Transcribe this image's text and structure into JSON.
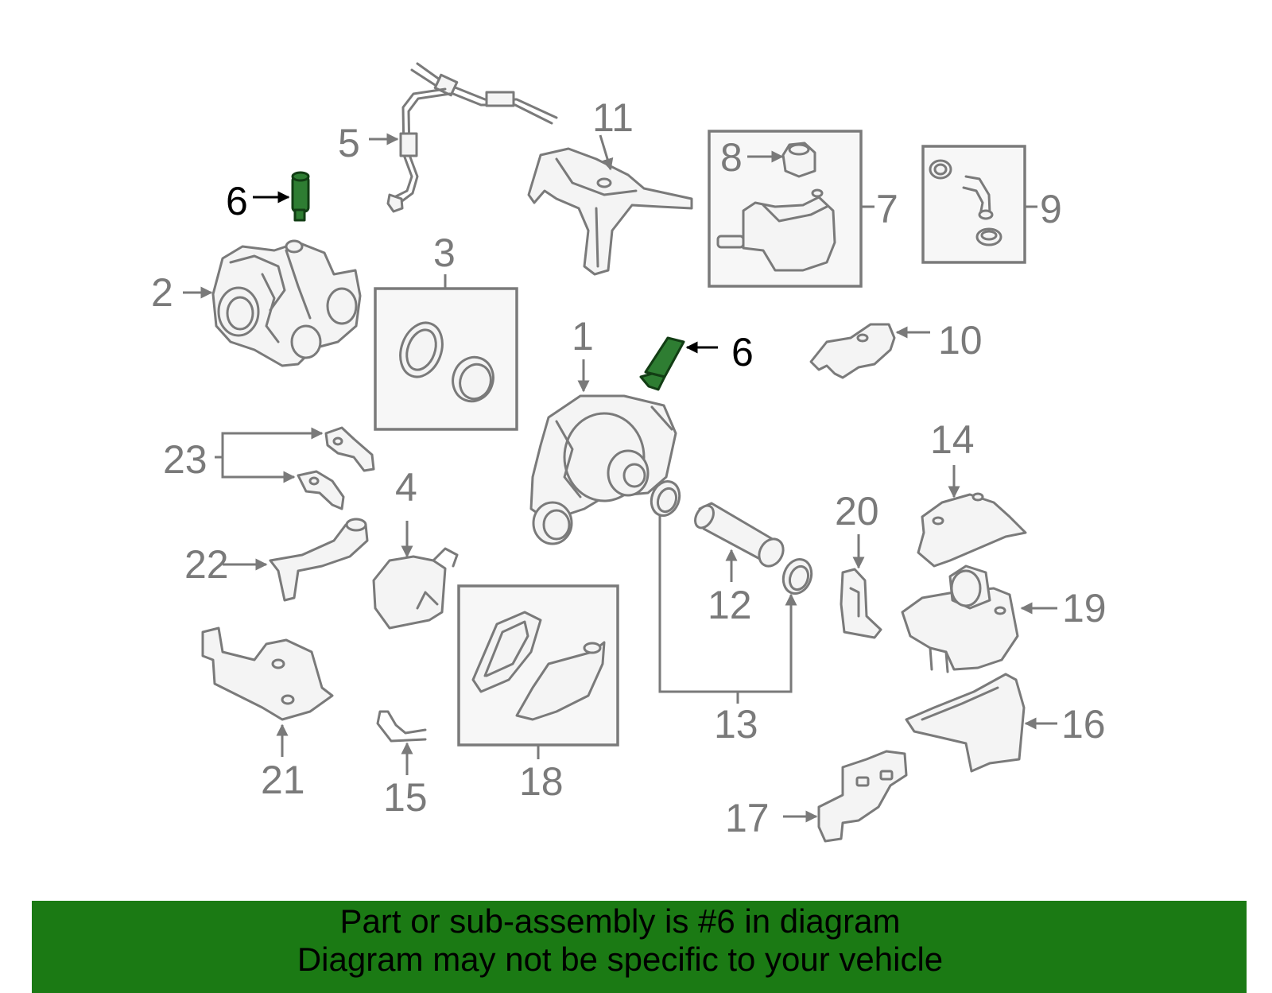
{
  "callouts": {
    "c1": "1",
    "c2": "2",
    "c3": "3",
    "c4": "4",
    "c5": "5",
    "c6a": "6",
    "c6b": "6",
    "c7": "7",
    "c8": "8",
    "c9": "9",
    "c10": "10",
    "c11": "11",
    "c12": "12",
    "c13": "13",
    "c14": "14",
    "c15": "15",
    "c16": "16",
    "c17": "17",
    "c18": "18",
    "c19": "19",
    "c20": "20",
    "c21": "21",
    "c22": "22",
    "c23": "23"
  },
  "highlight": {
    "color": "#2e7d32"
  },
  "footer": {
    "color": "#1b7a14",
    "line1": "Part or sub-assembly is #6 in diagram",
    "line2": "Diagram may not be specific to your vehicle"
  }
}
